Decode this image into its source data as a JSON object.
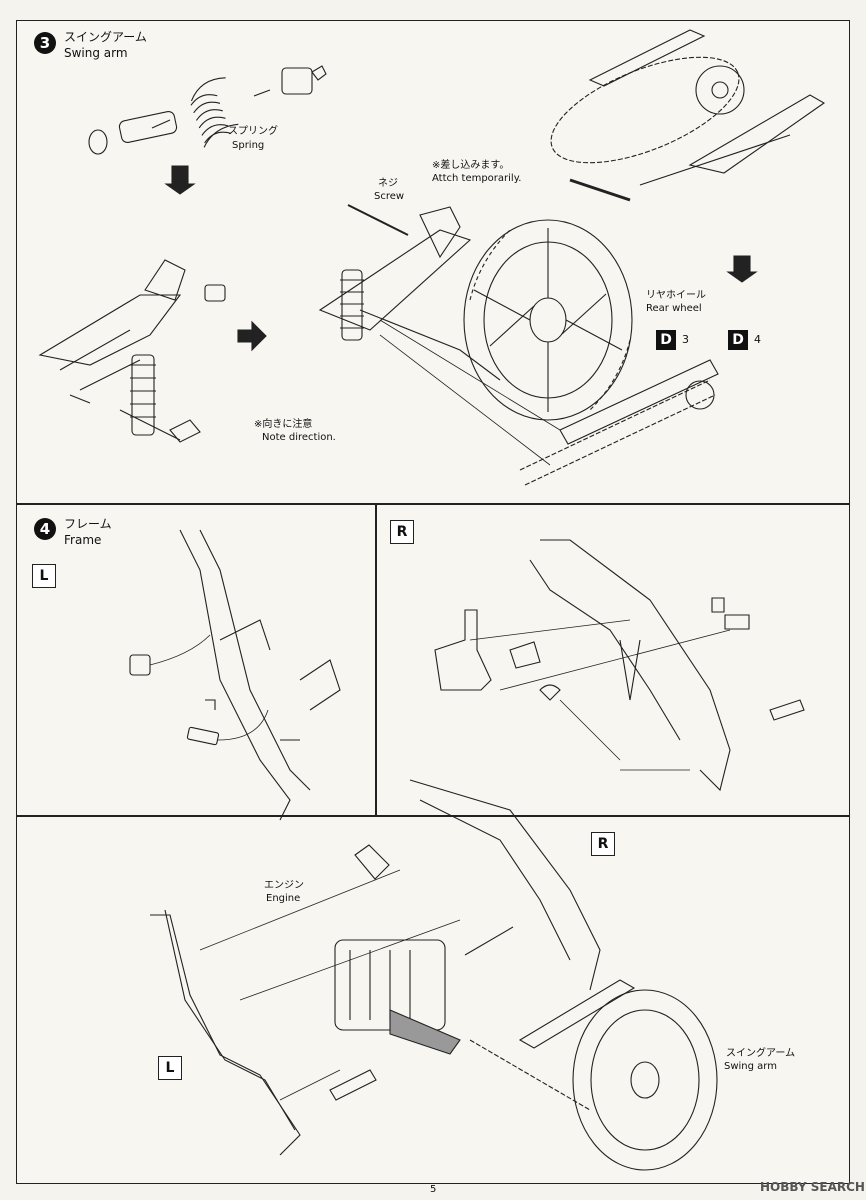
{
  "step3": {
    "number": "3",
    "title_jp": "スイングアーム",
    "title_en": "Swing arm",
    "spring_jp": "スプリング",
    "spring_en": "Spring",
    "screw_jp": "ネジ",
    "screw_en": "Screw",
    "attach_jp": "※差し込みます。",
    "attach_en": "Attch temporarily.",
    "rear_wheel_jp": "リヤホイール",
    "rear_wheel_en": "Rear wheel",
    "note_jp": "※向きに注意",
    "note_en": "Note direction.",
    "d3": "D",
    "d3n": "3",
    "d4": "D",
    "d4n": "4"
  },
  "step4": {
    "number": "4",
    "title_jp": "フレーム",
    "title_en": "Frame",
    "L": "L",
    "R": "R",
    "engine_jp": "エンジン",
    "engine_en": "Engine",
    "swing_jp": "スイングアーム",
    "swing_en": "Swing arm"
  },
  "page_number": "5",
  "watermark": "HOBBY SEARCH"
}
